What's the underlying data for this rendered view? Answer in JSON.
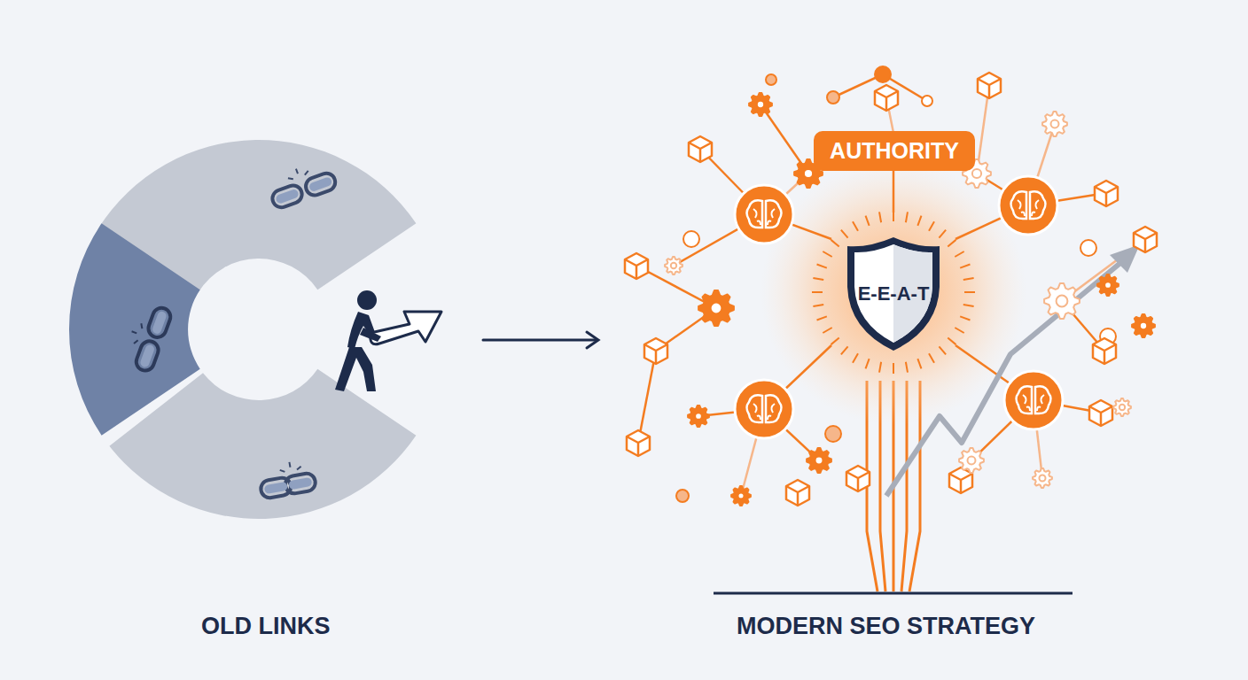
{
  "diagram": {
    "nodes": [
      {
        "text": [
          "AUTHORITY"
        ]
      },
      {
        "text": [
          "E-E-A-T"
        ]
      }
    ],
    "labels": [
      "OLD LINKS",
      "MODERN SEO STRATEGY"
    ]
  }
}
